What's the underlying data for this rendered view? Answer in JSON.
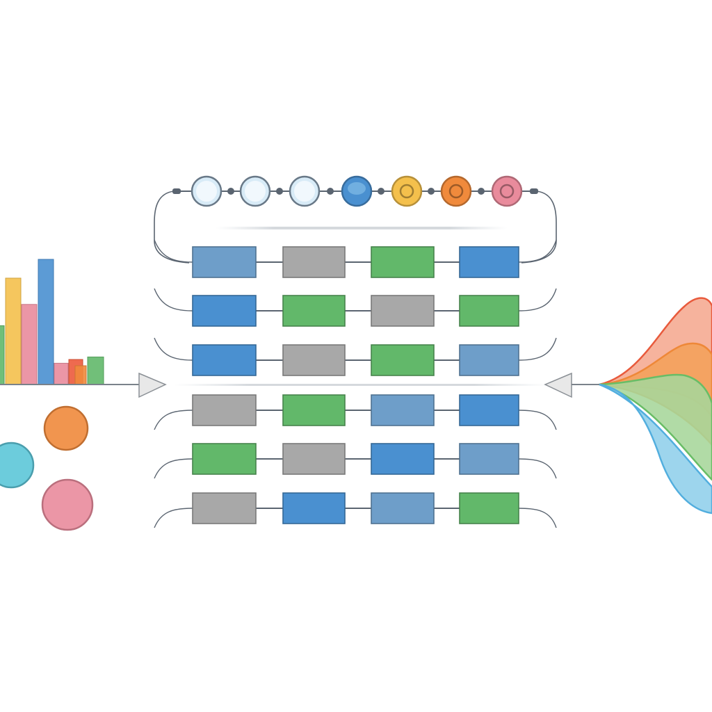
{
  "palette": {
    "blue": "#4a90d0",
    "blue_muted": "#6e9ec9",
    "gray": "#a8a8a8",
    "green": "#62b86a",
    "yellow": "#f4c04c",
    "orange": "#f08a3c",
    "pink": "#e98b9c",
    "red": "#ec5a3c",
    "teal": "#5cc6d8",
    "light_blue": "#d8ebf7",
    "line": "#5a6470"
  },
  "top_nodes": [
    {
      "fill": "light_blue",
      "ring": "none"
    },
    {
      "fill": "light_blue",
      "ring": "none"
    },
    {
      "fill": "light_blue",
      "ring": "none"
    },
    {
      "fill": "blue",
      "ring": "none"
    },
    {
      "fill": "yellow",
      "ring": "open"
    },
    {
      "fill": "orange",
      "ring": "open"
    },
    {
      "fill": "pink",
      "ring": "open"
    }
  ],
  "grid_rows": [
    [
      "blue_muted",
      "gray",
      "green",
      "blue"
    ],
    [
      "blue",
      "green",
      "gray",
      "green"
    ],
    [
      "blue",
      "gray",
      "green",
      "blue_muted"
    ],
    [
      "gray",
      "green",
      "blue_muted",
      "blue"
    ],
    [
      "green",
      "gray",
      "blue",
      "blue_muted"
    ],
    [
      "gray",
      "blue",
      "blue_muted",
      "green"
    ]
  ],
  "bar_chart": {
    "bars": [
      {
        "color": "green",
        "value": 0.47
      },
      {
        "color": "yellow",
        "value": 0.85
      },
      {
        "color": "pink",
        "value": 0.64
      },
      {
        "color": "blue",
        "value": 1.0
      },
      {
        "color": "pink",
        "value": 0.17
      },
      {
        "color": "red",
        "value": 0.2
      },
      {
        "color": "orange",
        "value": 0.15
      },
      {
        "color": "green",
        "value": 0.22
      }
    ]
  },
  "bubbles": [
    {
      "color": "orange"
    },
    {
      "color": "teal"
    },
    {
      "color": "pink"
    }
  ],
  "stream_layers": [
    "red",
    "orange",
    "green",
    "teal"
  ]
}
